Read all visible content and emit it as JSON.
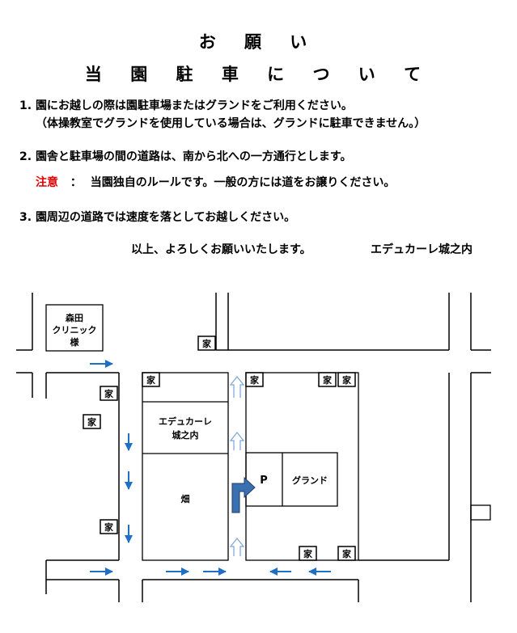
{
  "header": {
    "title": "お 願 い",
    "subtitle": "当 園 駐 車 に つ い て"
  },
  "items": [
    {
      "number": "1.",
      "text": "園にお越しの際は園駐車場またはグランドをご利用ください。",
      "note": "（体操教室でグランドを使用している場合は、グランドに駐車できません。）"
    },
    {
      "number": "2.",
      "text": "園舎と駐車場の間の道路は、南から北への一方通行とします。",
      "caution_label": "注意",
      "caution_colon": "：",
      "caution_text": "当園独自のルールです。一般の方には道をお譲りください。"
    },
    {
      "number": "3.",
      "text": "園周辺の道路では速度を落としてお越しください。"
    }
  ],
  "closing": {
    "text": "以上、よろしくお願いいたします。",
    "sender": "エデュカーレ城之内"
  },
  "map": {
    "clinic_line1": "森田",
    "clinic_line2": "クリニック",
    "clinic_line3": "様",
    "school_line1": "エデュカーレ",
    "school_line2": "城之内",
    "field": "畑",
    "parking": "P",
    "ground": "グランド",
    "house": "家",
    "colors": {
      "arrow": "#1f6fc6",
      "turn_arrow": "#3a6fb0",
      "north_arrow": "#7aa7d9"
    }
  }
}
